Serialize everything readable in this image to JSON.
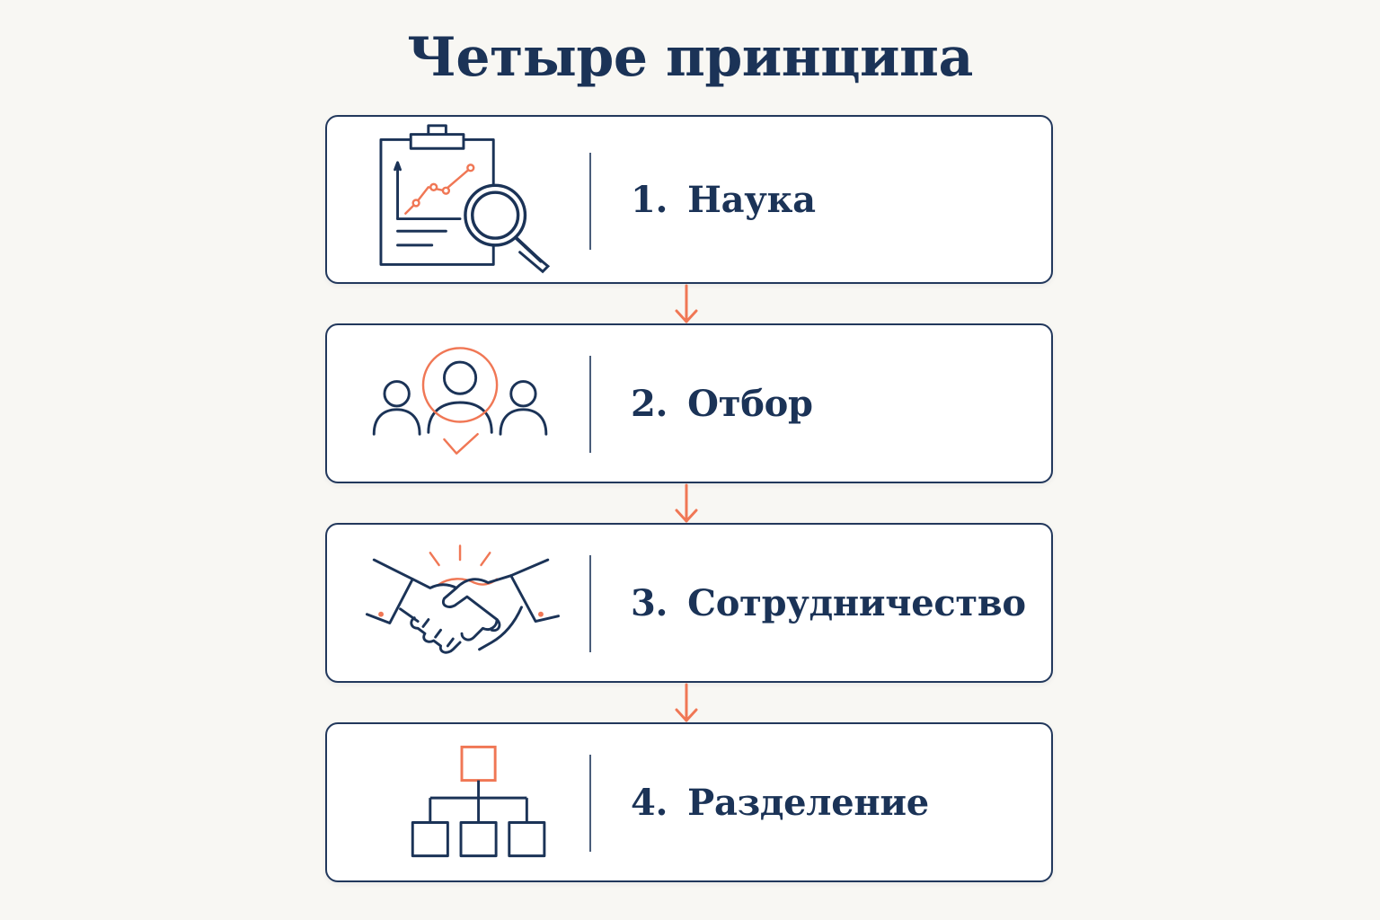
{
  "title": "Четыре принципа",
  "colors": {
    "navy": "#1b3357",
    "accent": "#f07755",
    "background": "#f8f7f3",
    "card": "#ffffff"
  },
  "steps": [
    {
      "number": "1.",
      "label": "Наука",
      "icon": "clipboard-chart-magnifier-icon"
    },
    {
      "number": "2.",
      "label": "Отбор",
      "icon": "people-selection-icon"
    },
    {
      "number": "3.",
      "label": "Сотрудничество",
      "icon": "handshake-icon"
    },
    {
      "number": "4.",
      "label": "Разделение",
      "icon": "hierarchy-icon"
    }
  ]
}
